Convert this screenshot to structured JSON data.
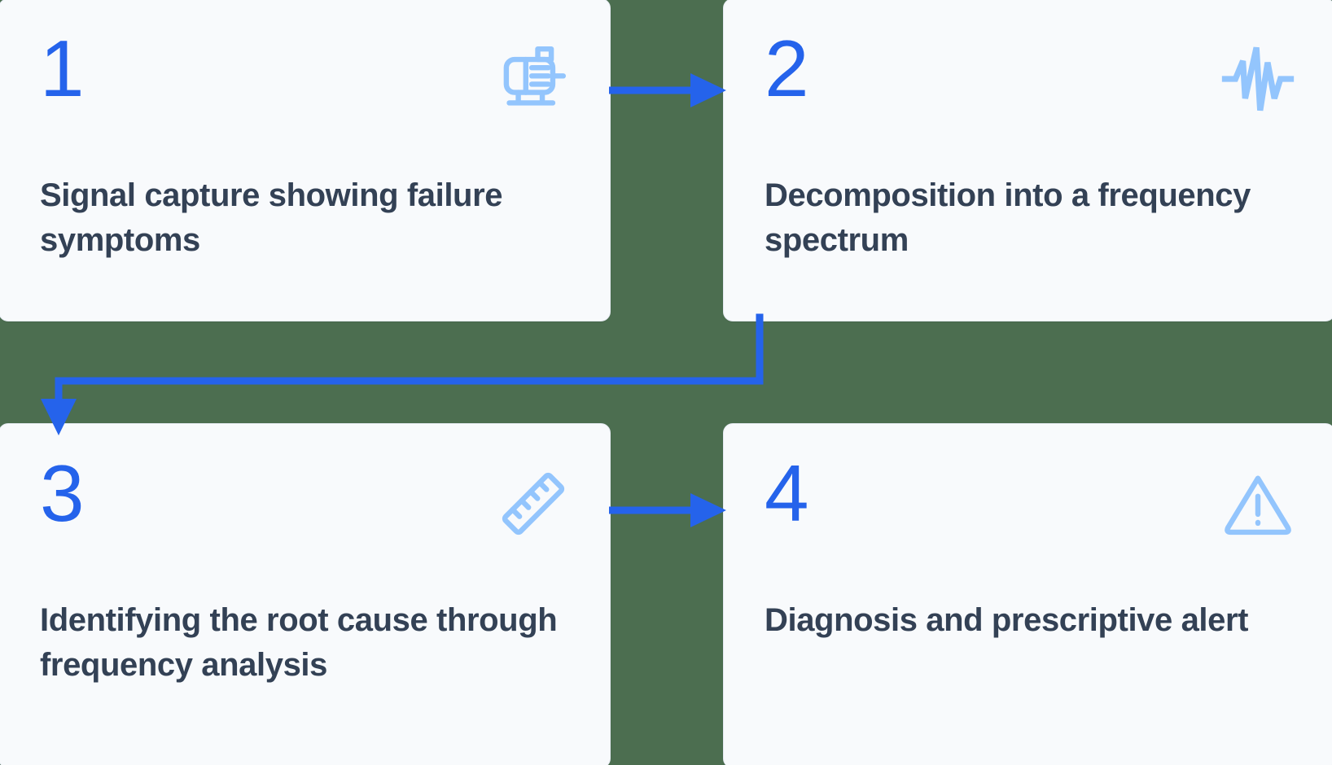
{
  "theme": {
    "page_background": "#4c6e50",
    "card_background": "#f8fafc",
    "card_border": "#e6ebf2",
    "number_color": "#2563eb",
    "text_color": "#334155",
    "icon_color": "#93c5fd",
    "arrow_color": "#2563eb"
  },
  "steps": [
    {
      "number": "1",
      "text": "Signal capture showing failure symptoms",
      "icon": "motor-icon"
    },
    {
      "number": "2",
      "text": "Decomposition into a frequency spectrum",
      "icon": "waveform-icon"
    },
    {
      "number": "3",
      "text": "Identifying the root cause through frequency analysis",
      "icon": "ruler-icon"
    },
    {
      "number": "4",
      "text": "Diagnosis and prescriptive alert",
      "icon": "warning-triangle-icon"
    }
  ],
  "connectors": [
    {
      "from": "1",
      "to": "2",
      "direction": "right"
    },
    {
      "from": "2",
      "to": "3",
      "direction": "down-left"
    },
    {
      "from": "3",
      "to": "4",
      "direction": "right"
    }
  ]
}
